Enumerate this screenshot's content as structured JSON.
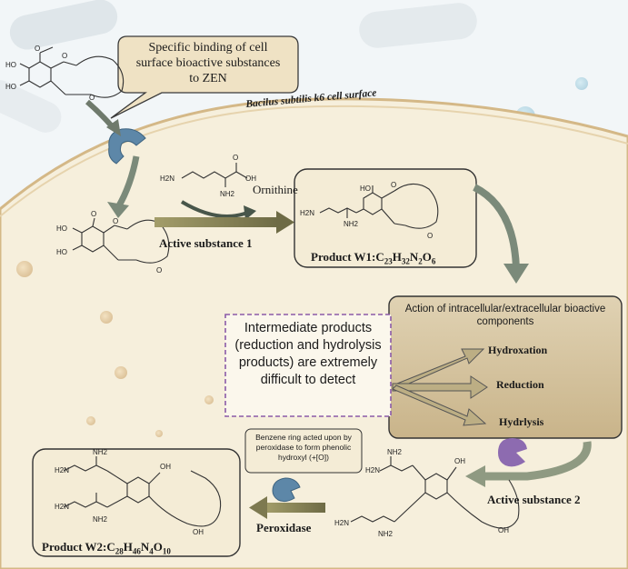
{
  "labels": {
    "binding_callout": "Specific binding of cell surface bioactive substances to ZEN",
    "cell_surface": "Bacilus subtilis k6 cell surface",
    "ornithine": "Ornithine",
    "active_substance_1": "Active substance 1",
    "product_w1_prefix": "Product W1:",
    "action_box": "Action of intracellular/extracellular bioactive components",
    "intermediate": "Intermediate products (reduction and hydrolysis products) are extremely difficult to detect",
    "hydroxation": "Hydroxation",
    "reduction": "Reduction",
    "hydrlysis": "Hydrlysis",
    "benzene_note": "Benzene ring acted upon by peroxidase to form phenolic hydroxyl (+[O])",
    "peroxidase": "Peroxidase",
    "active_substance_2": "Active substance 2",
    "product_w2_prefix": "Product W2:"
  },
  "formulas": {
    "w1": [
      [
        "C",
        "23"
      ],
      [
        "H",
        "32"
      ],
      [
        "N",
        "2"
      ],
      [
        "O",
        "6"
      ]
    ],
    "w2": [
      [
        "C",
        "28"
      ],
      [
        "H",
        "46"
      ],
      [
        "N",
        "4"
      ],
      [
        "O",
        "10"
      ]
    ]
  },
  "chem_labels": {
    "ho": "HO",
    "oh": "OH",
    "o": "O",
    "nh2": "NH2",
    "h2n": "H2N"
  },
  "colors": {
    "cell_fill": "#f6efdc",
    "cell_border": "#d4b887",
    "arrow_olive": "#8f8a52",
    "arrow_green_gray": "#7b8a7a",
    "box_fill": "#d9c9a8",
    "dashed_purple": "#8b5aa8",
    "receptor_blue": "#5d87a8",
    "enzyme_purple": "#8d6bb0"
  }
}
